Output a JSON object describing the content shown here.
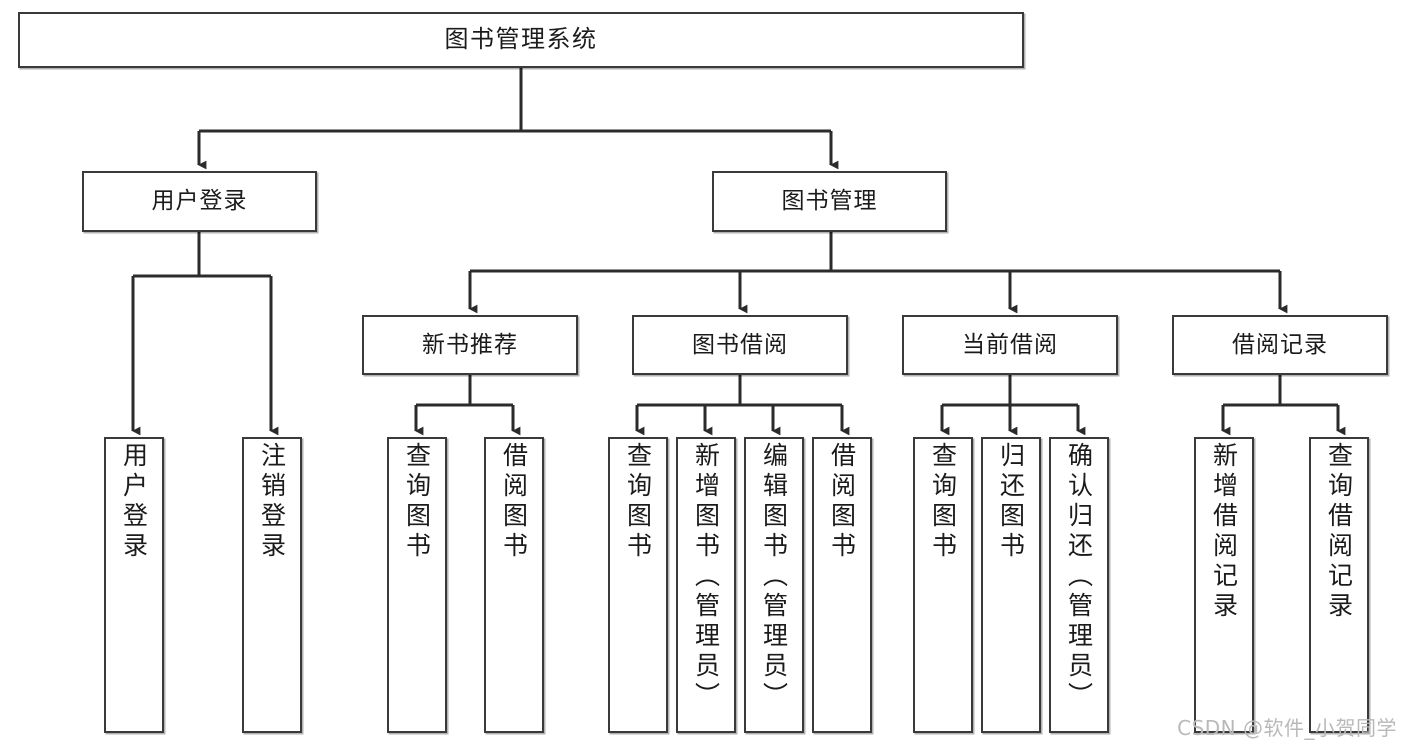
{
  "diagram": {
    "title": "图书管理系统",
    "type": "tree-hierarchy-chart",
    "colors": {
      "background": "#ffffff",
      "box_border": "#3a3a3a",
      "box_fill": "#ffffff",
      "connector": "#2b2b2b",
      "watermark": "#b9b9b9"
    },
    "root": {
      "label": "图书管理系统"
    },
    "level2": [
      {
        "label": "用户登录"
      },
      {
        "label": "图书管理"
      }
    ],
    "level3": [
      {
        "label": "新书推荐"
      },
      {
        "label": "图书借阅"
      },
      {
        "label": "当前借阅"
      },
      {
        "label": "借阅记录"
      }
    ],
    "leaves": {
      "user_login": [
        {
          "label": "用户登录"
        },
        {
          "label": "注销登录"
        }
      ],
      "new_book_recommend": [
        {
          "label": "查询图书"
        },
        {
          "label": "借阅图书"
        }
      ],
      "book_borrow": [
        {
          "label": "查询图书"
        },
        {
          "label": "新增图书（管理员）"
        },
        {
          "label": "编辑图书（管理员）"
        },
        {
          "label": "借阅图书"
        }
      ],
      "current_borrow": [
        {
          "label": "查询图书"
        },
        {
          "label": "归还图书"
        },
        {
          "label": "确认归还（管理员）"
        }
      ],
      "borrow_record": [
        {
          "label": "新增借阅记录"
        },
        {
          "label": "查询借阅记录"
        }
      ]
    }
  },
  "watermark": {
    "text": "CSDN @软件_小贺同学"
  }
}
